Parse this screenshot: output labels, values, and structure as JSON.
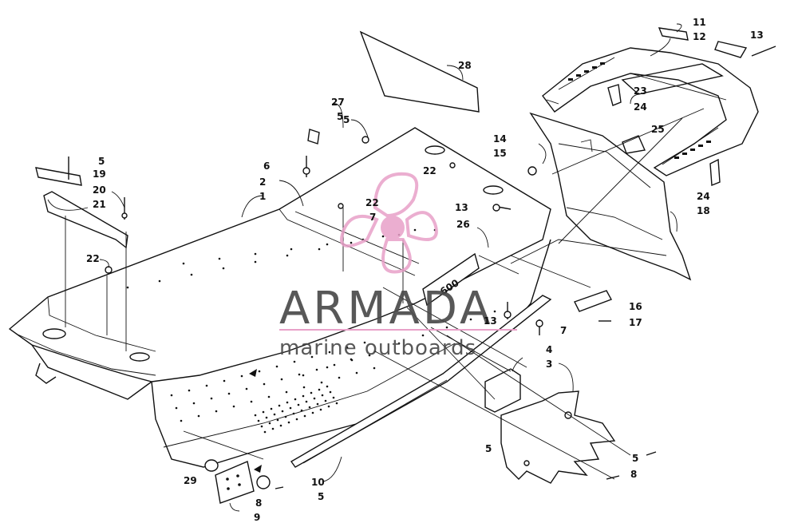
{
  "watermark": {
    "brand": "ARMADA",
    "tagline": "marine outboards",
    "logo_color": "#e8a0c8"
  },
  "callouts": [
    {
      "label": "1"
    },
    {
      "label": "2"
    },
    {
      "label": "3"
    },
    {
      "label": "4"
    },
    {
      "label": "5"
    },
    {
      "label": "5"
    },
    {
      "label": "5"
    },
    {
      "label": "5"
    },
    {
      "label": "5"
    },
    {
      "label": "6"
    },
    {
      "label": "7"
    },
    {
      "label": "7"
    },
    {
      "label": "8"
    },
    {
      "label": "8"
    },
    {
      "label": "9"
    },
    {
      "label": "10"
    },
    {
      "label": "11"
    },
    {
      "label": "12"
    },
    {
      "label": "13"
    },
    {
      "label": "13"
    },
    {
      "label": "13"
    },
    {
      "label": "14"
    },
    {
      "label": "15"
    },
    {
      "label": "16"
    },
    {
      "label": "17"
    },
    {
      "label": "18"
    },
    {
      "label": "19"
    },
    {
      "label": "20"
    },
    {
      "label": "21"
    },
    {
      "label": "22"
    },
    {
      "label": "22"
    },
    {
      "label": "22"
    },
    {
      "label": "23"
    },
    {
      "label": "24"
    },
    {
      "label": "24"
    },
    {
      "label": "25"
    },
    {
      "label": "26"
    },
    {
      "label": "27"
    },
    {
      "label": "28"
    },
    {
      "label": "29"
    },
    {
      "label": "5"
    }
  ],
  "badge_text": "600"
}
